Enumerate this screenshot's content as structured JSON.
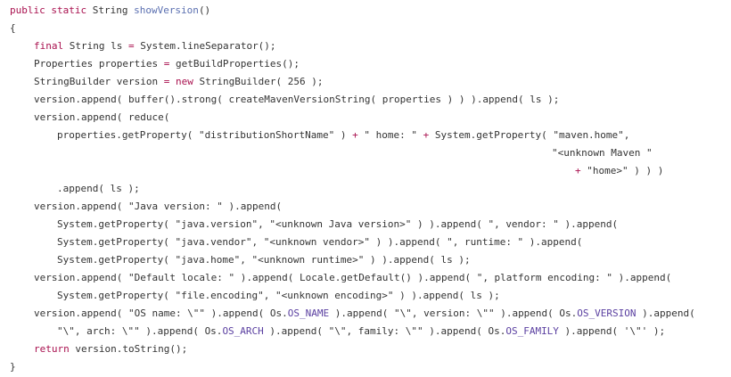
{
  "code": {
    "lines": [
      [
        {
          "k": "kw",
          "t": "public static "
        },
        {
          "k": "pl",
          "t": "String "
        },
        {
          "k": "fn",
          "t": "showVersion"
        },
        {
          "k": "pl",
          "t": "()"
        }
      ],
      [
        {
          "k": "pl",
          "t": "{"
        }
      ],
      [
        {
          "k": "kw",
          "t": "final "
        },
        {
          "k": "pl",
          "t": "String ls "
        },
        {
          "k": "op",
          "t": "= "
        },
        {
          "k": "pl",
          "t": "System.lineSeparator();"
        }
      ],
      [
        {
          "k": "pl",
          "t": "Properties properties "
        },
        {
          "k": "op",
          "t": "= "
        },
        {
          "k": "pl",
          "t": "getBuildProperties();"
        }
      ],
      [
        {
          "k": "pl",
          "t": "StringBuilder version "
        },
        {
          "k": "op",
          "t": "= "
        },
        {
          "k": "kw",
          "t": "new "
        },
        {
          "k": "pl",
          "t": "StringBuilder( 256 );"
        }
      ],
      [
        {
          "k": "pl",
          "t": "version.append( buffer().strong( createMavenVersionString( properties ) ) ).append( ls );"
        }
      ],
      [
        {
          "k": "pl",
          "t": "version.append( reduce("
        }
      ],
      [
        {
          "k": "pl",
          "t": "properties.getProperty( \"distributionShortName\" ) "
        },
        {
          "k": "op",
          "t": "+ "
        },
        {
          "k": "pl",
          "t": "\" home: \" "
        },
        {
          "k": "op",
          "t": "+ "
        },
        {
          "k": "pl",
          "t": "System.getProperty( \"maven.home\","
        }
      ],
      [
        {
          "k": "pl",
          "t": "\"<unknown Maven \""
        }
      ],
      [
        {
          "k": "op",
          "t": "+ "
        },
        {
          "k": "pl",
          "t": "\"home>\" ) ) )"
        }
      ],
      [
        {
          "k": "pl",
          "t": ".append( ls );"
        }
      ],
      [
        {
          "k": "pl",
          "t": "version.append( \"Java version: \" ).append("
        }
      ],
      [
        {
          "k": "pl",
          "t": "System.getProperty( \"java.version\", \"<unknown Java version>\" ) ).append( \", vendor: \" ).append("
        }
      ],
      [
        {
          "k": "pl",
          "t": "System.getProperty( \"java.vendor\", \"<unknown vendor>\" ) ).append( \", runtime: \" ).append("
        }
      ],
      [
        {
          "k": "pl",
          "t": "System.getProperty( \"java.home\", \"<unknown runtime>\" ) ).append( ls );"
        }
      ],
      [
        {
          "k": "pl",
          "t": "version.append( \"Default locale: \" ).append( Locale.getDefault() ).append( \", platform encoding: \" ).append("
        }
      ],
      [
        {
          "k": "pl",
          "t": "System.getProperty( \"file.encoding\", \"<unknown encoding>\" ) ).append( ls );"
        }
      ],
      [
        {
          "k": "pl",
          "t": "version.append( \"OS name: \\\"\" ).append( Os."
        },
        {
          "k": "cn",
          "t": "OS_NAME"
        },
        {
          "k": "pl",
          "t": " ).append( \"\\\", version: \\\"\" ).append( Os."
        },
        {
          "k": "cn",
          "t": "OS_VERSION"
        },
        {
          "k": "pl",
          "t": " ).append("
        }
      ],
      [
        {
          "k": "pl",
          "t": "\"\\\", arch: \\\"\" ).append( Os."
        },
        {
          "k": "cn",
          "t": "OS_ARCH"
        },
        {
          "k": "pl",
          "t": " ).append( \"\\\", family: \\\"\" ).append( Os."
        },
        {
          "k": "cn",
          "t": "OS_FAMILY"
        },
        {
          "k": "pl",
          "t": " ).append( '\\\"' );"
        }
      ],
      [
        {
          "k": "kw",
          "t": "return "
        },
        {
          "k": "pl",
          "t": "version.toString();"
        }
      ],
      [
        {
          "k": "pl",
          "t": "}"
        }
      ]
    ],
    "colors": {
      "keyword": "#a9114f",
      "method": "#5a6fb0",
      "plain": "#333333",
      "constant": "#5a3fa0",
      "background": "#ffffff"
    }
  }
}
